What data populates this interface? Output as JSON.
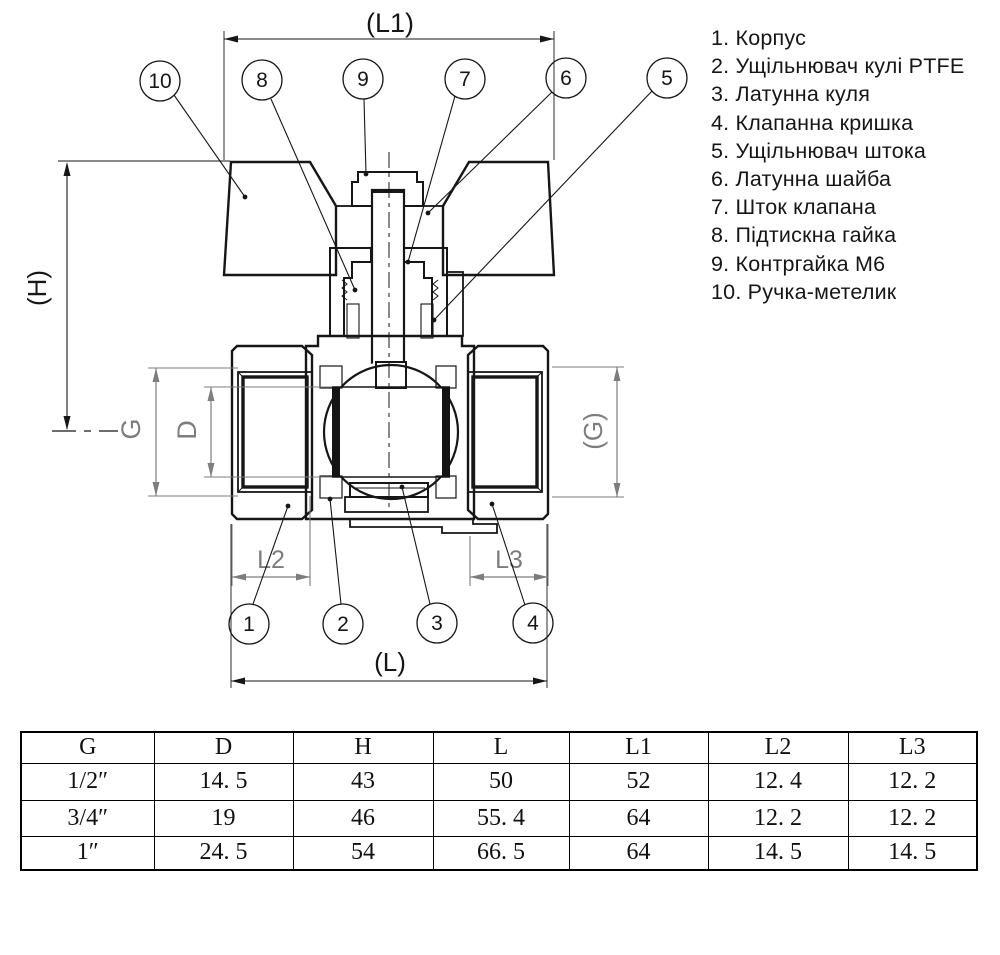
{
  "parts_list": {
    "items": [
      "1. Корпус",
      "2. Ущільнювач кулі PTFE",
      "3. Латунна куля",
      "4. Клапанна кришка",
      "5. Ущільнювач штока",
      "6. Латунна шайба",
      "7. Шток клапана",
      "8. Підтискна гайка",
      "9. Контргайка М6",
      "10. Ручка-метелик"
    ]
  },
  "drawing": {
    "type": "ball-valve-cross-section",
    "callouts_top": [
      "10",
      "8",
      "9",
      "7",
      "6",
      "5"
    ],
    "callouts_bottom": [
      "1",
      "2",
      "3",
      "4"
    ],
    "dim": {
      "l1": "(L1)",
      "h": "(H)",
      "g_left": "G",
      "d": "D",
      "g_right": "(G)",
      "l2": "L2",
      "l3": "L3",
      "l": "(L)"
    },
    "colors": {
      "line": "#161616",
      "dim_grey": "#7d7d7d",
      "background": "#ffffff"
    }
  },
  "table": {
    "headers": [
      "G",
      "D",
      "H",
      "L",
      "L1",
      "L2",
      "L3"
    ],
    "rows": [
      [
        "1/2″",
        "14. 5",
        "43",
        "50",
        "52",
        "12. 4",
        "12. 2"
      ],
      [
        "3/4″",
        "19",
        "46",
        "55. 4",
        "64",
        "12. 2",
        "12. 2"
      ],
      [
        "1″",
        "24. 5",
        "54",
        "66. 5",
        "64",
        "14. 5",
        "14. 5"
      ]
    ]
  }
}
